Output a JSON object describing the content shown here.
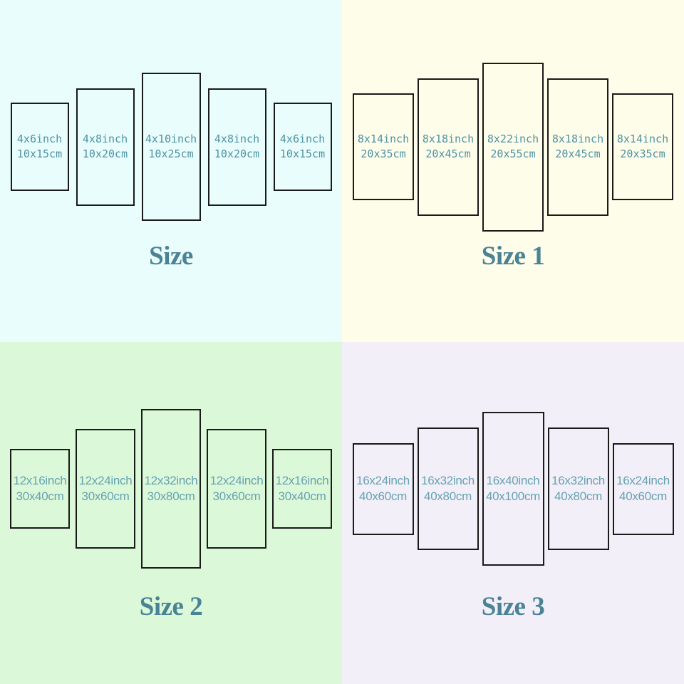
{
  "styles": {
    "background_size": "#e8fdfc",
    "background_size1": "#fdfde9",
    "background_size2": "#dbf8d9",
    "background_size3": "#f2eff8",
    "panel_border_color": "#1a1a1a",
    "panel_text_color_top": "#4e92a5",
    "panel_text_color_bottom": "#67a2b2",
    "title_color": "#4b8396"
  },
  "sections": [
    {
      "id": "size",
      "title": "Size",
      "panels": [
        {
          "inch": "4x6inch",
          "cm": "10x15cm"
        },
        {
          "inch": "4x8inch",
          "cm": "10x20cm"
        },
        {
          "inch": "4x10inch",
          "cm": "10x25cm"
        },
        {
          "inch": "4x8inch",
          "cm": "10x20cm"
        },
        {
          "inch": "4x6inch",
          "cm": "10x15cm"
        }
      ]
    },
    {
      "id": "size-1",
      "title": "Size 1",
      "panels": [
        {
          "inch": "8x14inch",
          "cm": "20x35cm"
        },
        {
          "inch": "8x18inch",
          "cm": "20x45cm"
        },
        {
          "inch": "8x22inch",
          "cm": "20x55cm"
        },
        {
          "inch": "8x18inch",
          "cm": "20x45cm"
        },
        {
          "inch": "8x14inch",
          "cm": "20x35cm"
        }
      ]
    },
    {
      "id": "size-2",
      "title": "Size 2",
      "panels": [
        {
          "inch": "12x16inch",
          "cm": "30x40cm"
        },
        {
          "inch": "12x24inch",
          "cm": "30x60cm"
        },
        {
          "inch": "12x32inch",
          "cm": "30x80cm"
        },
        {
          "inch": "12x24inch",
          "cm": "30x60cm"
        },
        {
          "inch": "12x16inch",
          "cm": "30x40cm"
        }
      ]
    },
    {
      "id": "size-3",
      "title": "Size 3",
      "panels": [
        {
          "inch": "16x24inch",
          "cm": "40x60cm"
        },
        {
          "inch": "16x32inch",
          "cm": "40x80cm"
        },
        {
          "inch": "16x40inch",
          "cm": "40x100cm"
        },
        {
          "inch": "16x32inch",
          "cm": "40x80cm"
        },
        {
          "inch": "16x24inch",
          "cm": "40x60cm"
        }
      ]
    }
  ]
}
